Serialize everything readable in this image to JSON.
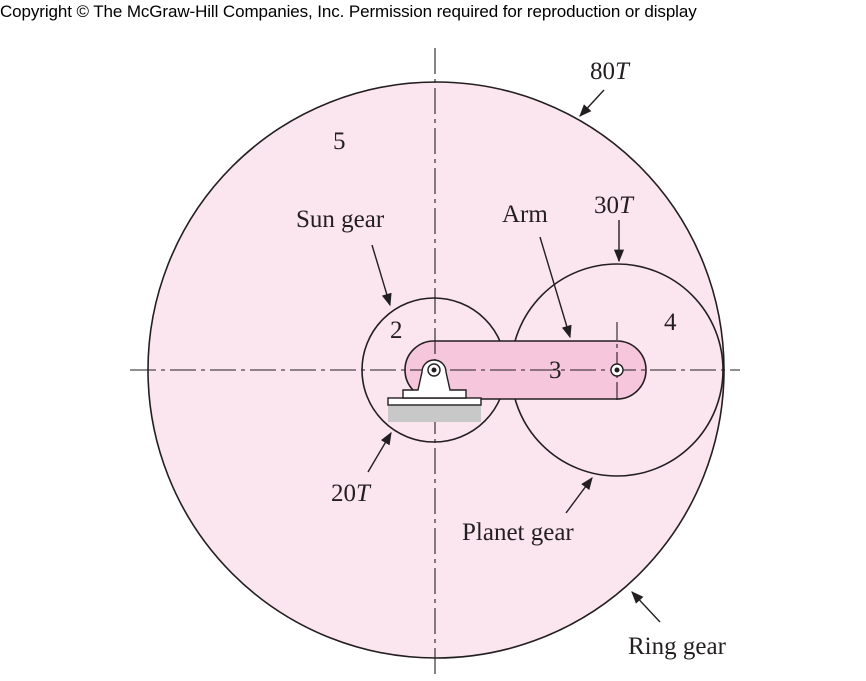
{
  "copyright": "Copyright © The McGraw-Hill Companies, Inc. Permission required for reproduction or display",
  "colors": {
    "gear_fill": "#fbe5ee",
    "arm_fill": "#f5c6dc",
    "ground": "#c8c8c8",
    "line": "#231f20"
  },
  "labels": {
    "ring_teeth": "80T",
    "ring_teeth_num": "80",
    "ring_teeth_unit": "T",
    "ring_num": "5",
    "sun_gear": "Sun gear",
    "sun_num": "2",
    "sun_teeth_num": "20",
    "sun_teeth_unit": "T",
    "arm": "Arm",
    "arm_num": "3",
    "planet_teeth_num": "30",
    "planet_teeth_unit": "T",
    "planet_num": "4",
    "planet_gear": "Planet gear",
    "ring_gear": "Ring gear"
  }
}
